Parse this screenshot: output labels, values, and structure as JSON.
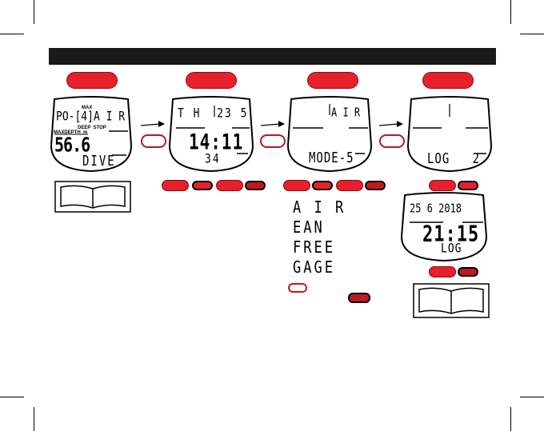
{
  "watch1": {
    "top": "PO-[4]A I R",
    "max": "MAX",
    "deepstop": "DEEP  STOP",
    "maxdepth": "MAXDEPTH",
    "unit": "m",
    "depth": "56.6",
    "bottom": "DIVE"
  },
  "watch2": {
    "top": "T H  23 5",
    "time": "14:11",
    "bottom": "34"
  },
  "watch3": {
    "top": "A I R",
    "bottom": "MODE-5"
  },
  "watch4": {
    "bottom": "LOG   2"
  },
  "watch5": {
    "date": "25 6 2018",
    "time": "21:15",
    "bottom": "LOG"
  },
  "gas_modes": [
    "A I R",
    "EAN",
    "FREE",
    "GAGE"
  ],
  "colors": {
    "accent": "#e8202c",
    "band": "#1a1a1a"
  }
}
